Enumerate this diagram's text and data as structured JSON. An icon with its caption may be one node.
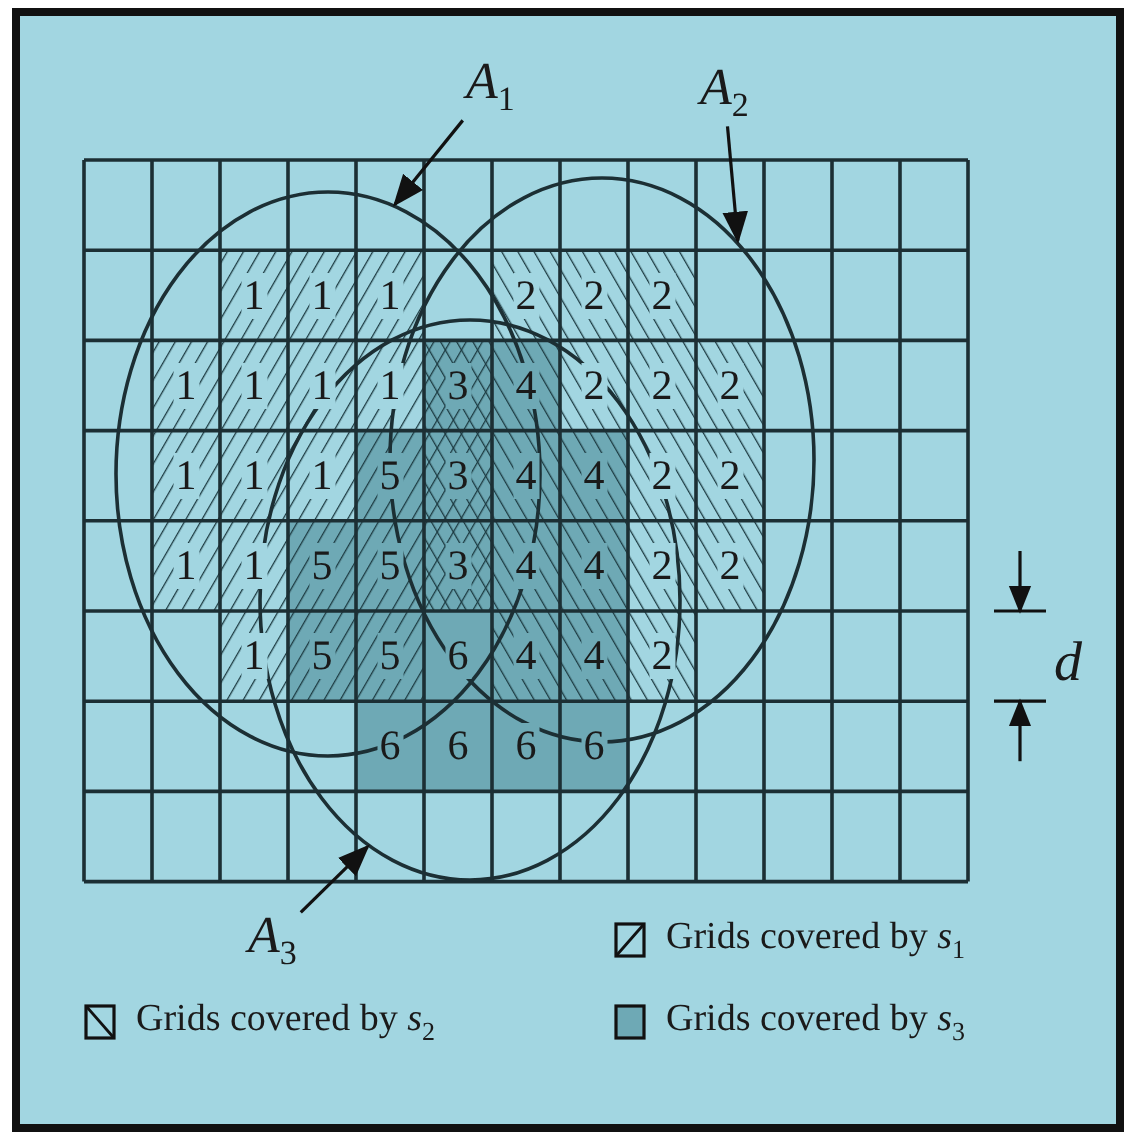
{
  "diagram": {
    "nodes": [
      {
        "text": [
          "*A*$_{1}$"
        ]
      },
      {
        "text": [],
        "shape": "circle"
      },
      {
        "text": [
          "*A*$_{2}$"
        ]
      },
      {
        "text": [],
        "shape": "circle"
      },
      {
        "text": [
          "*A*$_{3}$"
        ]
      },
      {
        "text": [],
        "shape": "circle"
      }
    ],
    "edges": [
      {
        "from": 0,
        "to": 1,
        "arrow": "to"
      },
      {
        "from": 2,
        "to": 3,
        "arrow": "to"
      },
      {
        "from": 4,
        "to": 5,
        "arrow": "to"
      }
    ],
    "labels": [
      "1",
      "1",
      "1",
      "2",
      "2",
      "2",
      "1",
      "1",
      "1",
      "1",
      "3",
      "4",
      "2",
      "2",
      "2",
      "1",
      "1",
      "1",
      "5",
      "3",
      "4",
      "4",
      "2",
      "2",
      "1",
      "1",
      "5",
      "5",
      "3",
      "4",
      "4",
      "2",
      "2",
      "1",
      "5",
      "5",
      "6",
      "4",
      "4",
      "2",
      "6",
      "6",
      "6",
      "6",
      "d"
    ],
    "legend": [
      {
        "text": "Grids covered by *s*$_{1}$"
      },
      {
        "text": "Grids covered by *s*$_{2}$"
      },
      {
        "text": "Grids covered by *s*$_{3}$",
        "color": "#6ea9b5"
      }
    ]
  }
}
